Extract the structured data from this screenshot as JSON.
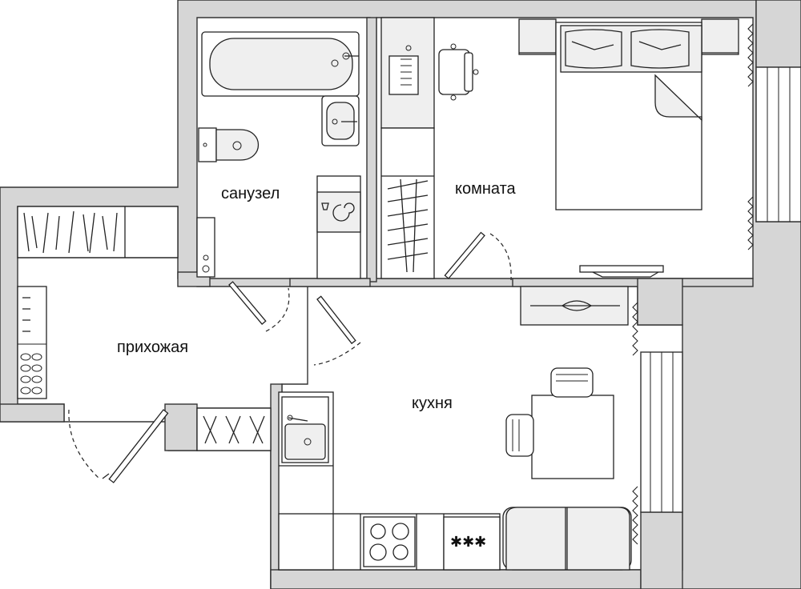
{
  "rooms": {
    "bathroom": "санузел",
    "living_room": "комната",
    "hallway": "прихожая",
    "kitchen": "кухня"
  },
  "colors": {
    "wall": "#d6d6d6",
    "outline": "#222222",
    "furniture_fill": "#efefef",
    "background": "#ffffff"
  }
}
